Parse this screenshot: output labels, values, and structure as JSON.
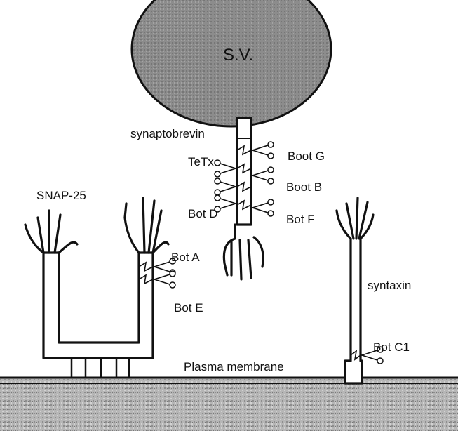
{
  "labels": {
    "vesicle": "S.V.",
    "synaptobrevin": "synaptobrevin",
    "snap25": "SNAP-25",
    "syntaxin": "syntaxin",
    "tetx": "TeTx",
    "boot_g": "Boot G",
    "boot_b": "Boot B",
    "bot_d": "Bot D",
    "bot_f": "Bot F",
    "bot_a": "Bot A",
    "bot_e": "Bot E",
    "bot_c1": "Bot C1",
    "membrane": "Plasma membrane"
  },
  "colors": {
    "vesicle_fill": "#8a8a8a",
    "membrane_fill": "#b8b8b8",
    "line": "#111111",
    "background": "#ffffff"
  },
  "icons": {
    "toxin": "scissors-icon",
    "protein_end": "hand-icon"
  }
}
